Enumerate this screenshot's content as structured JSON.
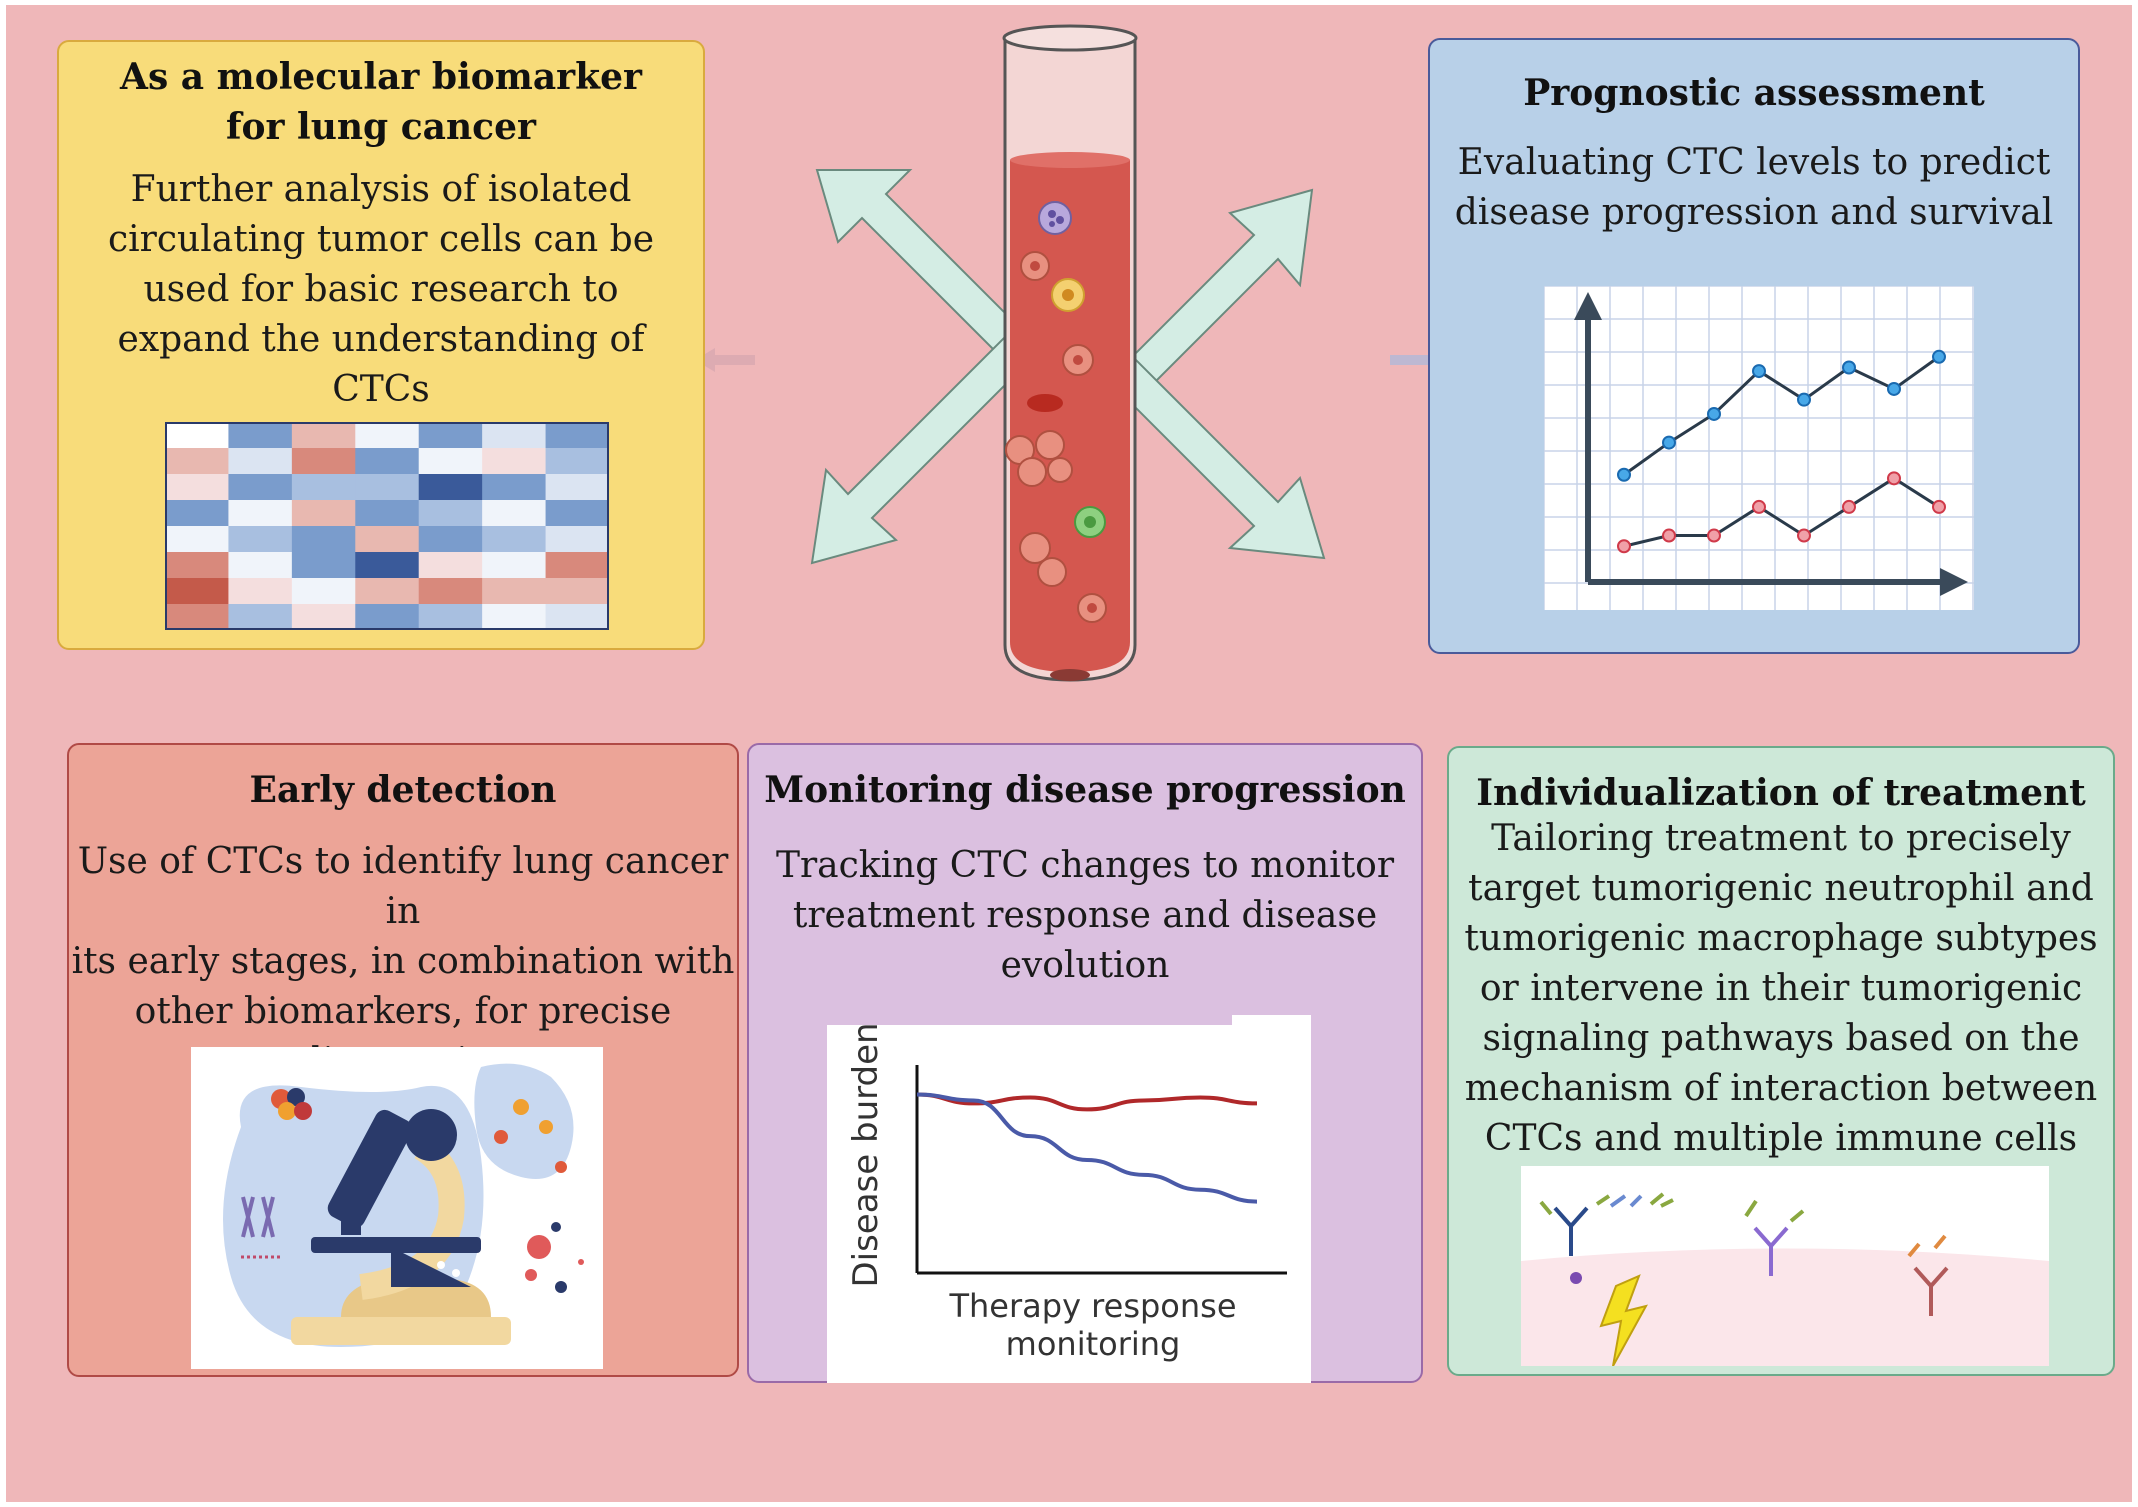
{
  "panels": {
    "biomarker": {
      "title_line1": "As a molecular biomarker",
      "title_line2": "for lung cancer",
      "body_lines": [
        "Further analysis of isolated",
        "circulating tumor cells can be",
        "used for basic research to",
        "expand the understanding of",
        "CTCs"
      ]
    },
    "prognostic": {
      "title": "Prognostic assessment",
      "body_lines": [
        "Evaluating CTC levels to predict",
        "disease progression and survival"
      ]
    },
    "early": {
      "title": "Early detection",
      "body_lines": [
        "Use of CTCs to identify lung cancer in",
        "its early stages, in combination with",
        "other biomarkers, for precise",
        "diagnostics"
      ]
    },
    "monitor": {
      "title": "Monitoring disease progression",
      "body_lines": [
        "Tracking CTC changes to monitor",
        "treatment response and disease",
        "evolution"
      ],
      "chart_ylabel": "Disease burden",
      "chart_xlabel_line1": "Therapy response",
      "chart_xlabel_line2": "monitoring"
    },
    "individual": {
      "title": "Individualization of treatment",
      "body_lines": [
        "Tailoring treatment to precisely",
        "target tumorigenic neutrophil and",
        "tumorigenic macrophage subtypes",
        "or intervene in their tumorigenic",
        "signaling pathways based on the",
        "mechanism of interaction between",
        "CTCs and multiple immune cells"
      ]
    }
  },
  "colors": {
    "background": "#efb7b9",
    "biomarker_panel": "#f8dc7a",
    "prognostic_panel": "#b8d0e8",
    "early_panel": "#eca497",
    "monitor_panel": "#dbc0e0",
    "individual_panel": "#cde8d8",
    "arrow_fill": "#d4ede4",
    "blood": "#d4574f"
  },
  "icons": [
    "test-tube-icon",
    "heatmap-icon",
    "line-chart-icon",
    "microscope-icon",
    "antibody-icon"
  ],
  "chart_data": [
    {
      "type": "line",
      "title": "",
      "xlabel": "",
      "ylabel": "",
      "x": [
        1,
        2,
        3,
        4,
        5,
        6,
        7,
        8
      ],
      "series": [
        {
          "values": [
            3.0,
            3.9,
            4.7,
            5.9,
            5.1,
            6.0,
            5.4,
            6.3
          ]
        },
        {
          "values": [
            1.0,
            1.3,
            1.3,
            2.1,
            1.3,
            2.1,
            2.9,
            2.1
          ]
        }
      ],
      "ylim": [
        0,
        8
      ],
      "grid": true,
      "legend": "none"
    },
    {
      "type": "line",
      "title": "",
      "xlabel": "Therapy response monitoring",
      "ylabel": "Disease burden",
      "x": [
        0,
        1,
        2,
        3,
        4,
        5,
        6
      ],
      "series": [
        {
          "values": [
            6.0,
            5.7,
            5.9,
            5.5,
            5.8,
            5.9,
            5.7
          ]
        },
        {
          "values": [
            6.0,
            5.8,
            4.6,
            3.8,
            3.3,
            2.8,
            2.4
          ]
        }
      ],
      "ylim": [
        0,
        8
      ],
      "grid": false,
      "legend": "none"
    }
  ]
}
